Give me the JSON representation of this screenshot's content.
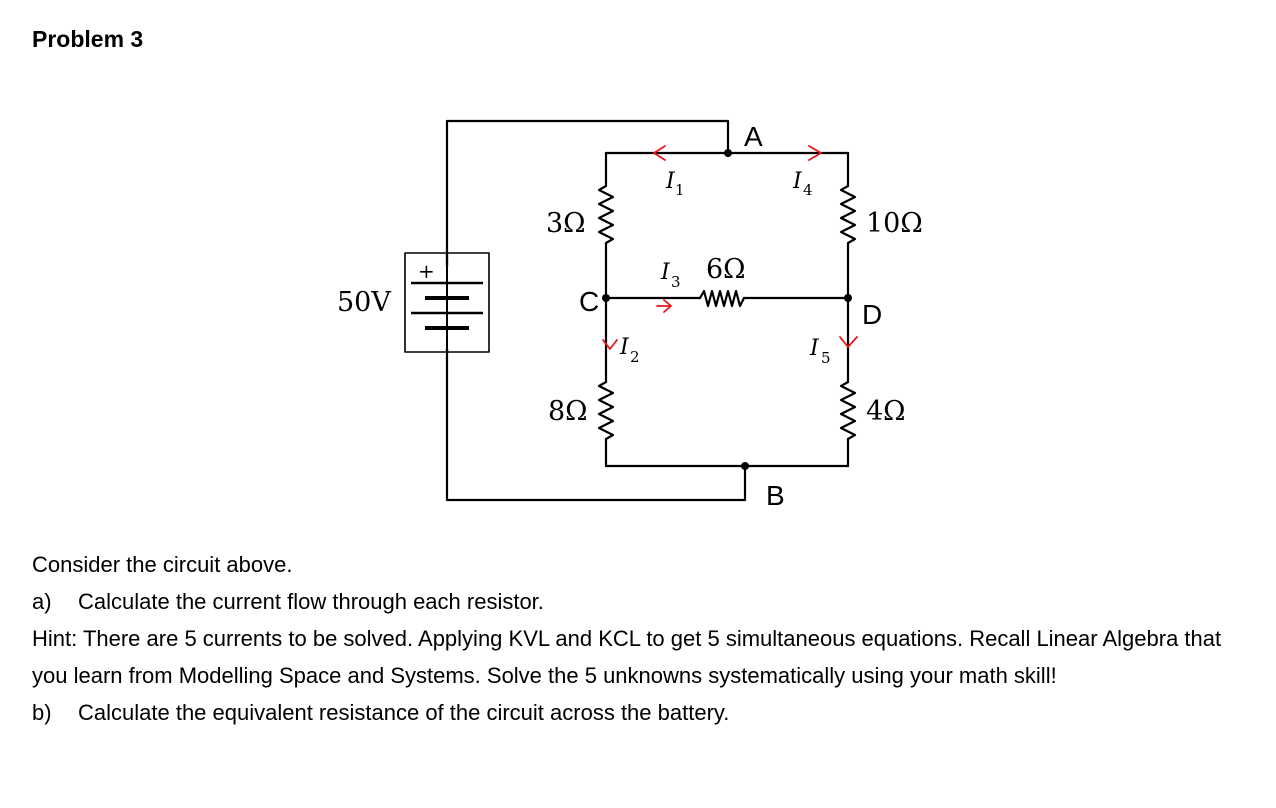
{
  "heading": "Problem 3",
  "circuit": {
    "battery_label": "50V",
    "battery_plus": "+",
    "nodes": {
      "A": "A",
      "B": "B",
      "C": "C",
      "D": "D"
    },
    "resistors": {
      "r_top_left": "3Ω",
      "r_top_right": "10Ω",
      "r_middle": "6Ω",
      "r_bottom_left": "8Ω",
      "r_bottom_right": "4Ω"
    },
    "currents": {
      "i1": {
        "symbol": "I",
        "sub": "1"
      },
      "i2": {
        "symbol": "I",
        "sub": "2"
      },
      "i3": {
        "symbol": "I",
        "sub": "3"
      },
      "i4": {
        "symbol": "I",
        "sub": "4"
      },
      "i5": {
        "symbol": "I",
        "sub": "5"
      }
    },
    "arrow_color": "#e8151b"
  },
  "text": {
    "intro": "Consider the circuit above.",
    "a_label": "a)",
    "a_text": "Calculate the current flow through each resistor.",
    "hint": "Hint: There are 5 currents to be solved. Applying KVL and KCL to get 5 simultaneous equations. Recall Linear Algebra that you learn from Modelling Space and Systems. Solve the 5 unknowns systematically using your math skill!",
    "b_label": "b)",
    "b_text": "Calculate the equivalent resistance of the circuit across the battery."
  }
}
